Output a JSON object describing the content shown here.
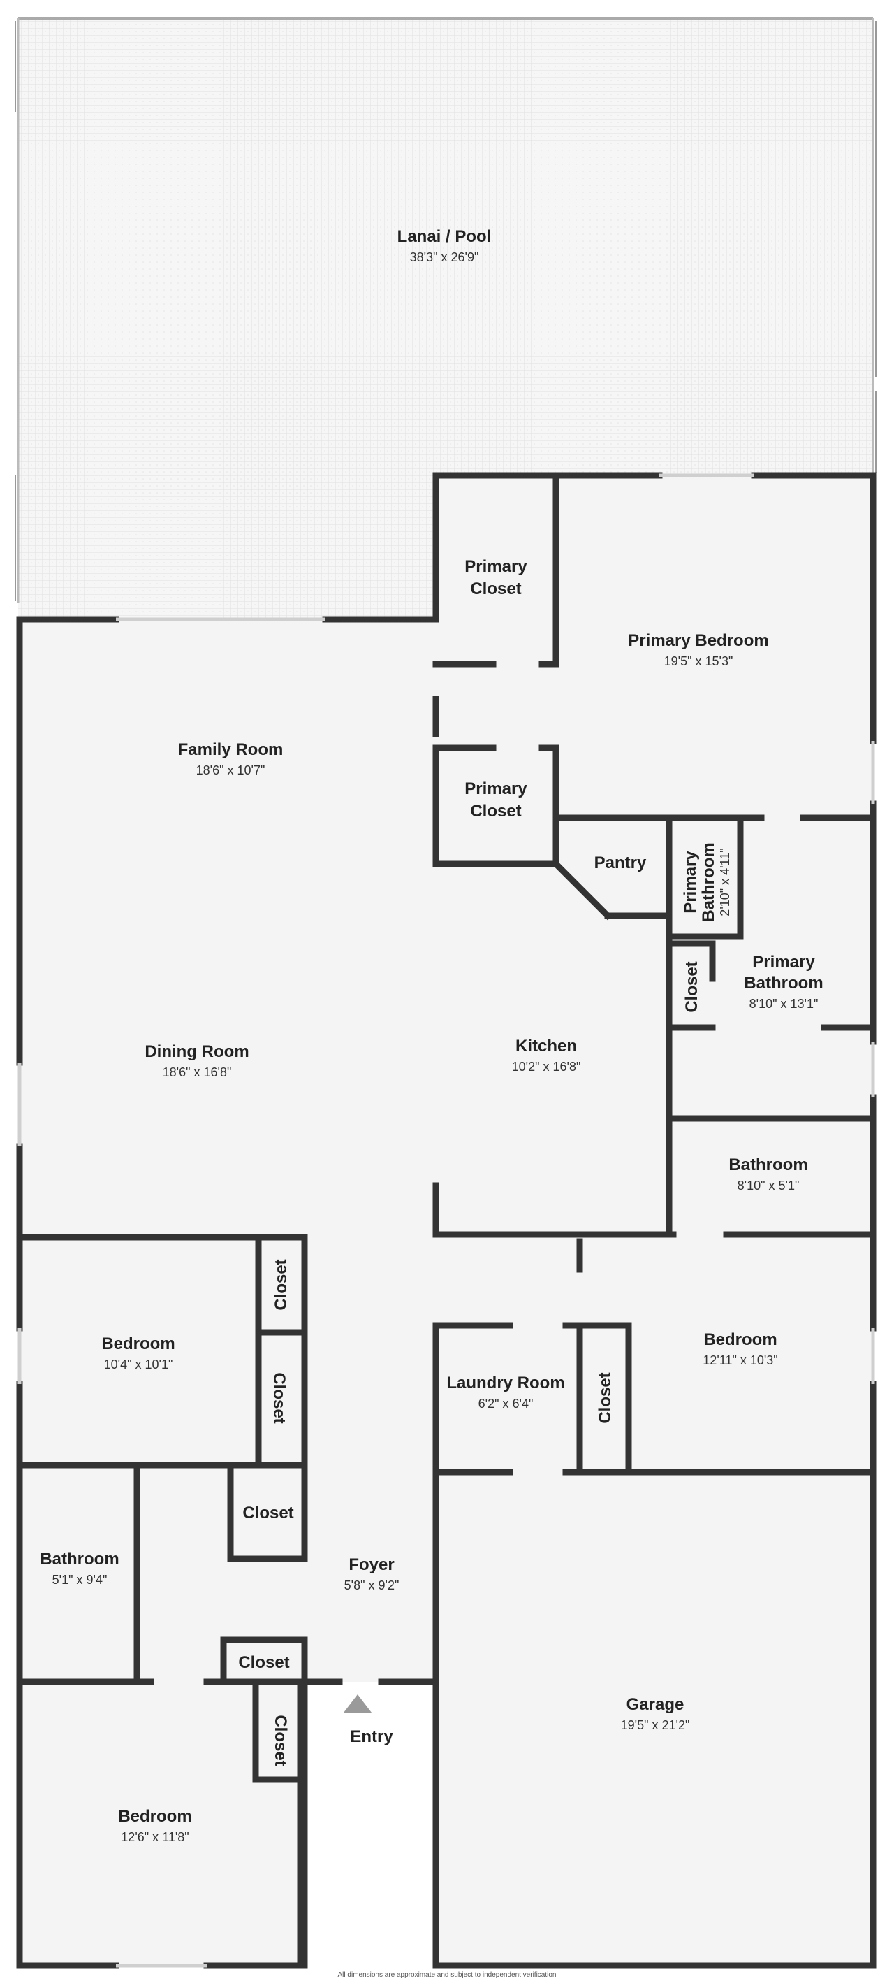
{
  "colors": {
    "wall": "#333333",
    "floor": "#f4f4f4",
    "lanai_fill": "#f6f6f6",
    "lanai_pattern": "#dddddd",
    "window": "#cfcfcf",
    "entry_marker": "#9a9a9a"
  },
  "rooms": {
    "lanai": {
      "name": "Lanai / Pool",
      "dims": "38'3\" x 26'9\""
    },
    "primary_closet_top": {
      "name_line1": "Primary",
      "name_line2": "Closet"
    },
    "primary_bedroom": {
      "name": "Primary Bedroom",
      "dims": "19'5\" x 15'3\""
    },
    "family_room": {
      "name": "Family Room",
      "dims": "18'6\" x 10'7\""
    },
    "primary_closet_mid": {
      "name_line1": "Primary",
      "name_line2": "Closet"
    },
    "pantry": {
      "name": "Pantry"
    },
    "primary_bathroom_small": {
      "name_line1": "Primary",
      "name_line2": "Bathroom",
      "dims": "2'10\" x 4'11\""
    },
    "closet_small_right": {
      "name": "Closet"
    },
    "primary_bathroom": {
      "name_line1": "Primary",
      "name_line2": "Bathroom",
      "dims": "8'10\" x 13'1\""
    },
    "dining_room": {
      "name": "Dining Room",
      "dims": "18'6\" x 16'8\""
    },
    "kitchen": {
      "name": "Kitchen",
      "dims": "10'2\" x 16'8\""
    },
    "bathroom_right": {
      "name": "Bathroom",
      "dims": "8'10\" x 5'1\""
    },
    "closet_left_1": {
      "name": "Closet"
    },
    "bedroom_left": {
      "name": "Bedroom",
      "dims": "10'4\" x 10'1\""
    },
    "closet_left_2": {
      "name": "Closet"
    },
    "bedroom_right": {
      "name": "Bedroom",
      "dims": "12'11\" x 10'3\""
    },
    "laundry": {
      "name": "Laundry Room",
      "dims": "6'2\" x 6'4\""
    },
    "closet_laundry": {
      "name": "Closet"
    },
    "closet_left_3": {
      "name": "Closet"
    },
    "bathroom_left": {
      "name": "Bathroom",
      "dims": "5'1\" x 9'4\""
    },
    "foyer": {
      "name": "Foyer",
      "dims": "5'8\" x 9'2\""
    },
    "closet_foyer": {
      "name": "Closet"
    },
    "closet_bottom": {
      "name": "Closet"
    },
    "entry": {
      "name": "Entry"
    },
    "garage": {
      "name": "Garage",
      "dims": "19'5\" x 21'2\""
    },
    "bedroom_bottom": {
      "name": "Bedroom",
      "dims": "12'6\" x 11'8\""
    }
  },
  "footer": "All dimensions are approximate and subject to independent verification"
}
